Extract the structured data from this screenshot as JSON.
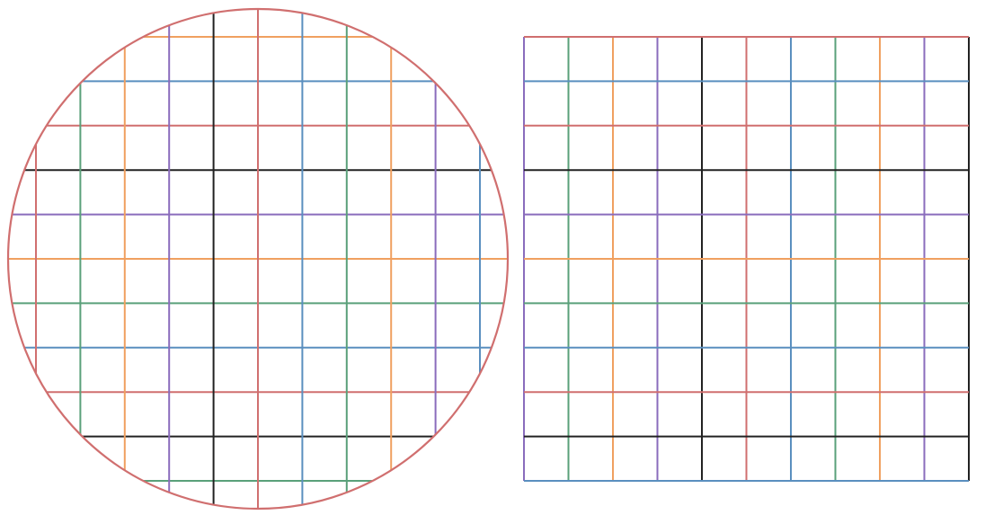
{
  "figure": {
    "colors": {
      "red": "#d06f6f",
      "blue": "#5a8fbf",
      "black": "#222222",
      "purple": "#8a6cbc",
      "orange": "#f0a060",
      "green": "#5aa07a"
    },
    "circle_grid": {
      "outline_color": "#d06f6f",
      "horizontal_line_colors": [
        "orange",
        "blue",
        "red",
        "black",
        "purple",
        "orange",
        "green",
        "blue",
        "red",
        "black",
        "green"
      ],
      "vertical_line_colors": [
        "red",
        "green",
        "orange",
        "purple",
        "black",
        "red",
        "blue",
        "green",
        "orange",
        "purple",
        "blue"
      ]
    },
    "square_grid": {
      "horizontal_line_colors": [
        "red",
        "blue",
        "red",
        "black",
        "purple",
        "orange",
        "green",
        "blue",
        "red",
        "black",
        "blue"
      ],
      "vertical_line_colors": [
        "purple",
        "green",
        "orange",
        "purple",
        "black",
        "red",
        "blue",
        "green",
        "orange",
        "purple",
        "black"
      ]
    }
  }
}
